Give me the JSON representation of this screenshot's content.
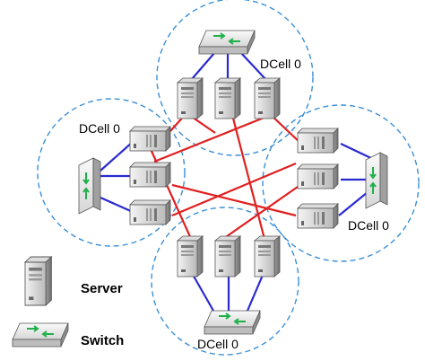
{
  "cells": [
    {
      "id": "top",
      "label": "DCell 0"
    },
    {
      "id": "left",
      "label": "DCell 0"
    },
    {
      "id": "right",
      "label": "DCell 0"
    },
    {
      "id": "bottom",
      "label": "DCell 0"
    }
  ],
  "legend": {
    "server_label": "Server",
    "switch_label": "Switch"
  },
  "colors": {
    "cell_border": "#3b8fd6",
    "intra_link": "#2a2ad0",
    "inter_link": "#e02020",
    "switch_arrow": "#22b04b"
  }
}
